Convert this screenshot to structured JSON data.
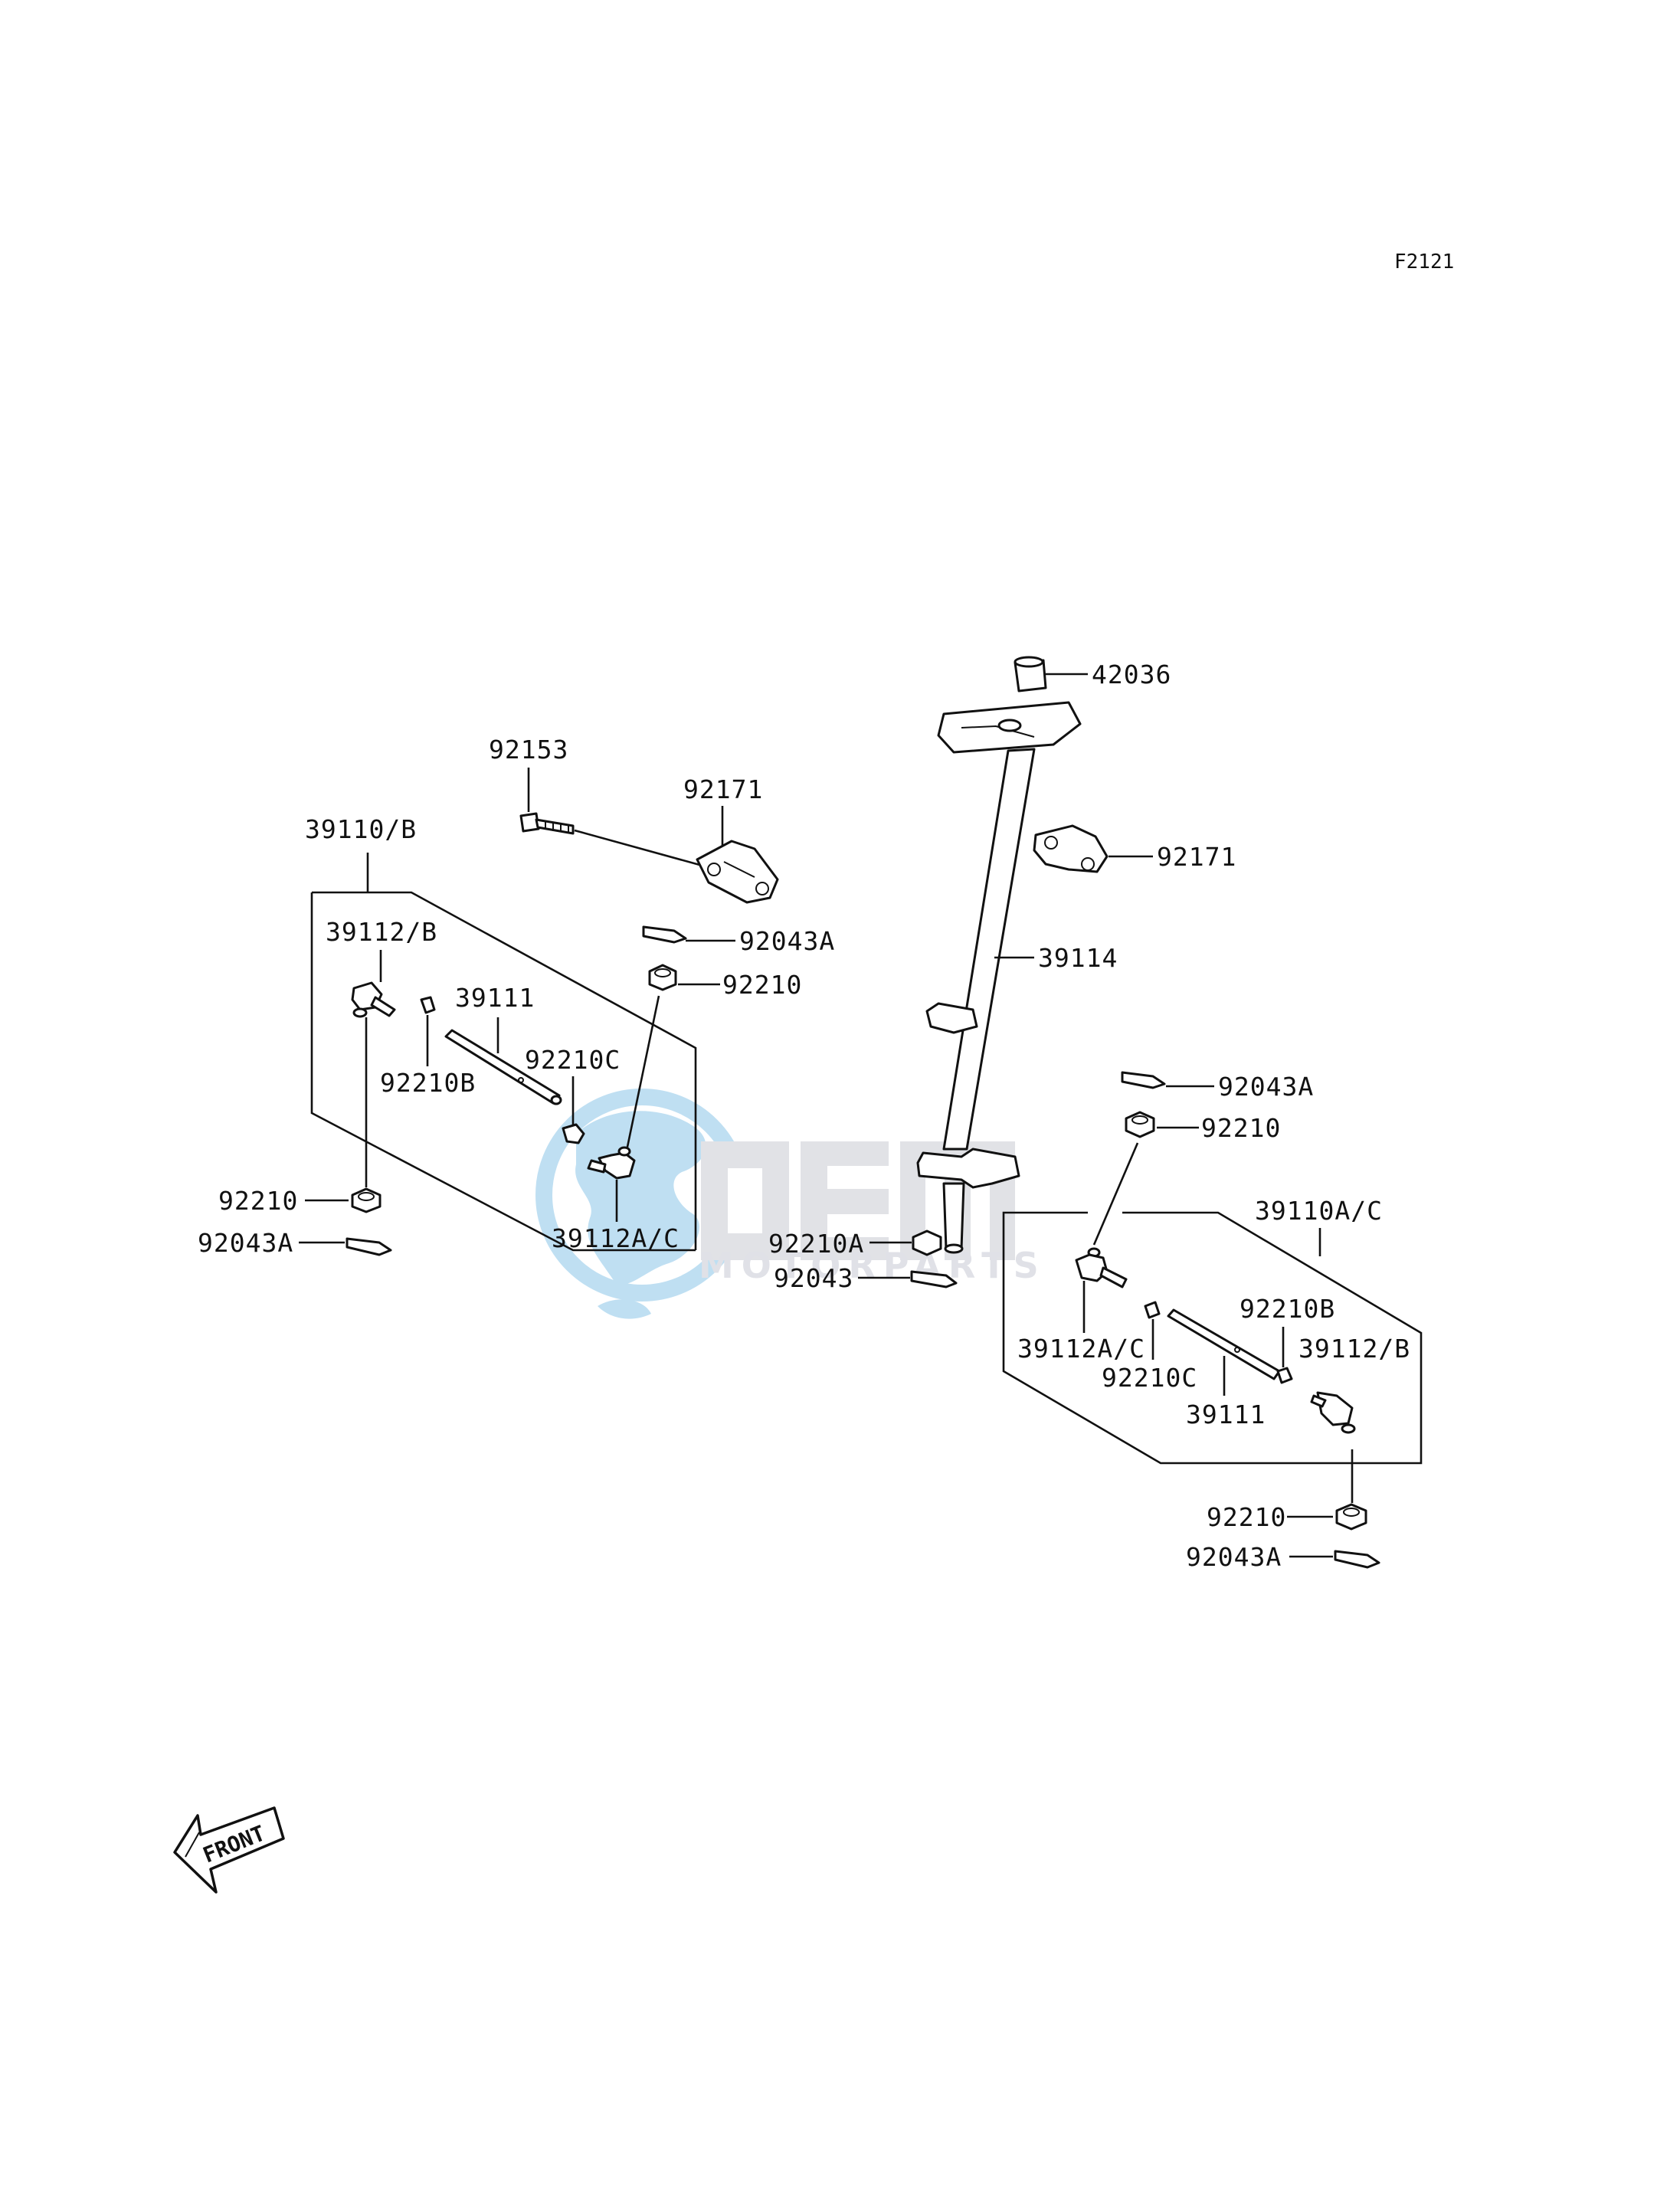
{
  "diagram_code": "F2121",
  "watermark": {
    "brand": "OEM",
    "subtitle": "MOTORPARTS",
    "colors": {
      "globe": "#6fb6e0",
      "brand": "#c9cbd3",
      "sub": "#c8cad4"
    }
  },
  "front_marker": "FRONT",
  "callouts": {
    "c42036": "42036",
    "c92153": "92153",
    "c92171_left": "92171",
    "c92171_right": "92171",
    "c39110B": "39110/B",
    "c39112B_left": "39112/B",
    "c39111_left": "39111",
    "c92210C_left": "92210C",
    "c92210B_left": "92210B",
    "c92043A_top": "92043A",
    "c92210_top": "92210",
    "c39114": "39114",
    "c39112AC_left": "39112A/C",
    "c92210_left_bottom": "92210",
    "c92043A_left_bottom": "92043A",
    "c92210A": "92210A",
    "c92043": "92043",
    "c92043A_right_top": "92043A",
    "c92210_right_top": "92210",
    "c39110AC": "39110A/C",
    "c92210B_right": "92210B",
    "c39112AC_right": "39112A/C",
    "c39112B_right": "39112/B",
    "c92210C_right": "92210C",
    "c39111_right": "39111",
    "c92210_right_bottom": "92210",
    "c92043A_right_bottom": "92043A"
  }
}
